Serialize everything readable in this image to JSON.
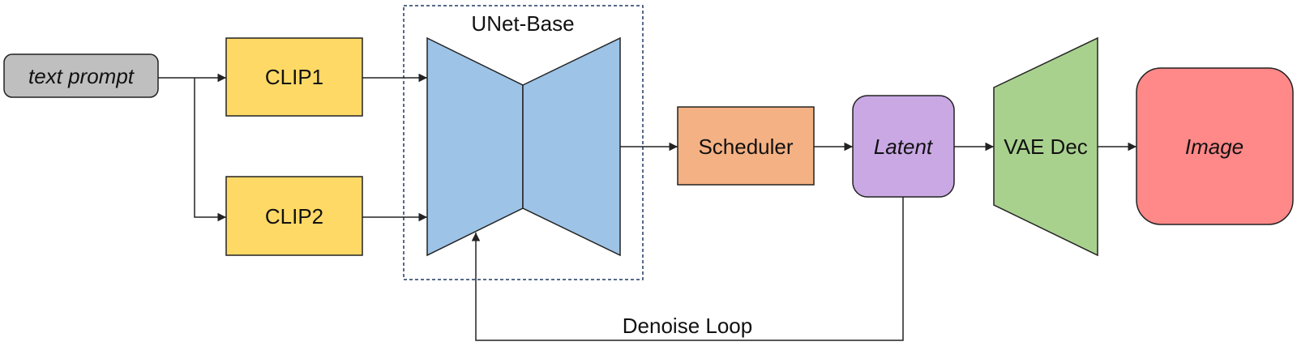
{
  "nodes": {
    "text_prompt": {
      "label": "text prompt",
      "fill": "#bfbfbf"
    },
    "clip1": {
      "label": "CLIP1",
      "fill": "#ffd966"
    },
    "clip2": {
      "label": "CLIP2",
      "fill": "#ffd966"
    },
    "unet": {
      "label": "UNet-Base",
      "fill": "#9dc3e6"
    },
    "scheduler": {
      "label": "Scheduler",
      "fill": "#f4b183"
    },
    "latent": {
      "label": "Latent",
      "fill": "#c9a8e4"
    },
    "vae_dec": {
      "label": "VAE Dec",
      "fill": "#a9d18e"
    },
    "image": {
      "label": "Image",
      "fill": "#ff8888"
    }
  },
  "edges": {
    "denoise_loop": {
      "label": "Denoise Loop"
    }
  },
  "colors": {
    "stroke": "#222222",
    "text": "#111111"
  }
}
